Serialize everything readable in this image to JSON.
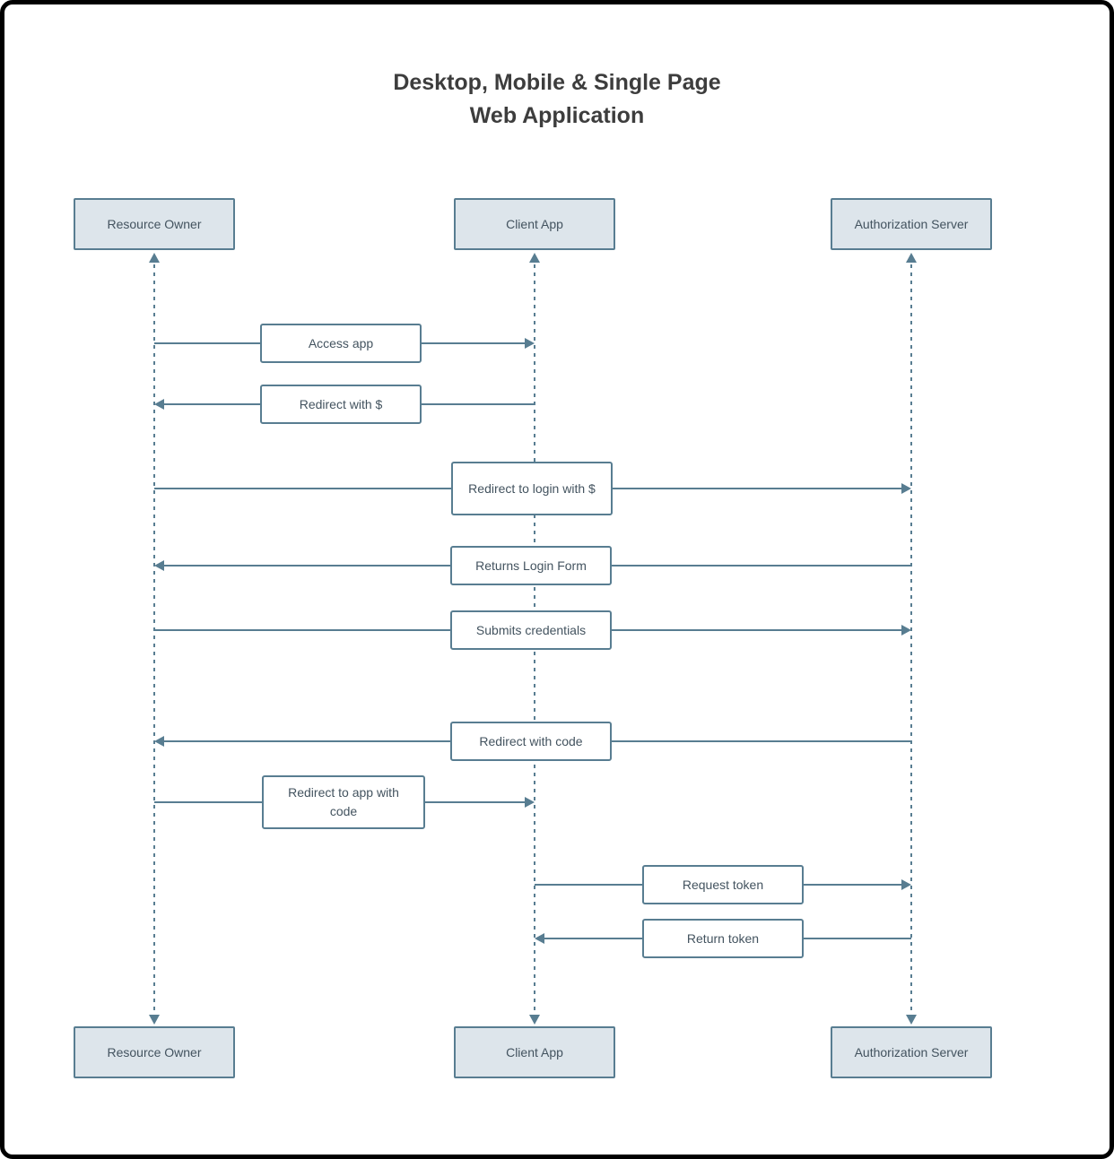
{
  "title": {
    "line1": "Desktop, Mobile & Single Page",
    "line2": "Web Application"
  },
  "actors": [
    {
      "id": "resource-owner",
      "label": "Resource Owner"
    },
    {
      "id": "client-app",
      "label": "Client App"
    },
    {
      "id": "authorization-server",
      "label": "Authorization Server"
    }
  ],
  "messages": [
    {
      "label": "Access app",
      "from": "Resource Owner",
      "to": "Client App"
    },
    {
      "label": "Redirect with $",
      "from": "Client App",
      "to": "Resource Owner"
    },
    {
      "label": "Redirect to login with $",
      "from": "Resource Owner",
      "to": "Authorization Server"
    },
    {
      "label": "Returns Login Form",
      "from": "Authorization Server",
      "to": "Resource Owner"
    },
    {
      "label": "Submits credentials",
      "from": "Resource Owner",
      "to": "Authorization Server"
    },
    {
      "label": "Redirect with code",
      "from": "Authorization Server",
      "to": "Resource Owner"
    },
    {
      "label": "Redirect to app with code",
      "from": "Resource Owner",
      "to": "Client App"
    },
    {
      "label": "Request token",
      "from": "Client App",
      "to": "Authorization Server"
    },
    {
      "label": "Return token",
      "from": "Authorization Server",
      "to": "Client App"
    }
  ],
  "colors": {
    "stroke": "#587d91",
    "actor_fill": "#dde5eb",
    "label_fill": "#ffffff",
    "text": "#43535f",
    "title_color": "#3d3d3d",
    "frame": "#000000"
  }
}
